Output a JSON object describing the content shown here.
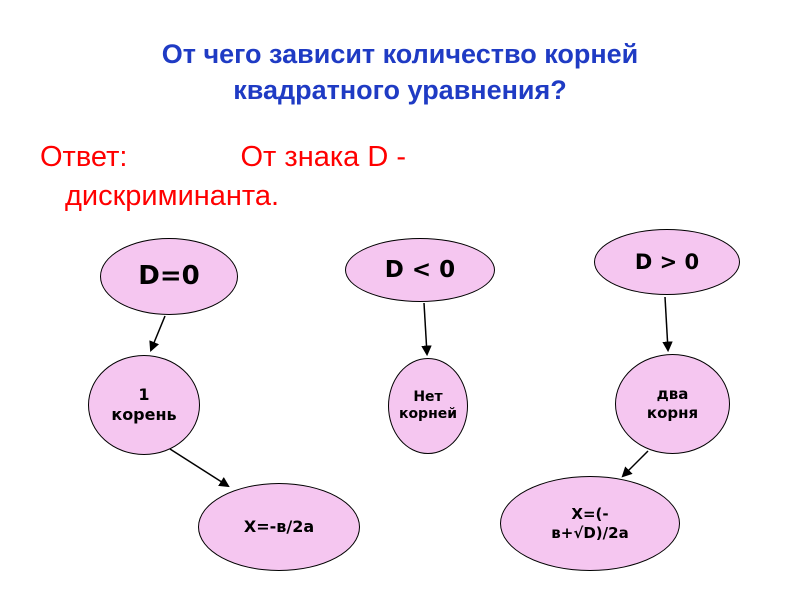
{
  "title": {
    "text": "От чего зависит количество корней квадратного уравнения?"
  },
  "answer": {
    "label": "Ответ:",
    "line1": "От знака D -",
    "line2": "дискриминанта."
  },
  "nodes": [
    {
      "id": "d-equals-0",
      "label": "D=0"
    },
    {
      "id": "d-less-0",
      "label": "D < 0"
    },
    {
      "id": "d-greater-0",
      "label": "D > 0"
    },
    {
      "id": "one-root",
      "label": "1\nкорень"
    },
    {
      "id": "no-roots",
      "label": "Нет\nкорней"
    },
    {
      "id": "two-roots",
      "label": "два\nкорня"
    },
    {
      "id": "root-formula-single",
      "label": "X=-в/2a"
    },
    {
      "id": "root-formula-two",
      "label": "X=(-\nв+√D)/2a"
    }
  ],
  "colors": {
    "title": "#1F3BC4",
    "answer": "#FF0000",
    "node_fill": "#F5C6F0",
    "node_border": "#000000",
    "arrow": "#000000"
  }
}
